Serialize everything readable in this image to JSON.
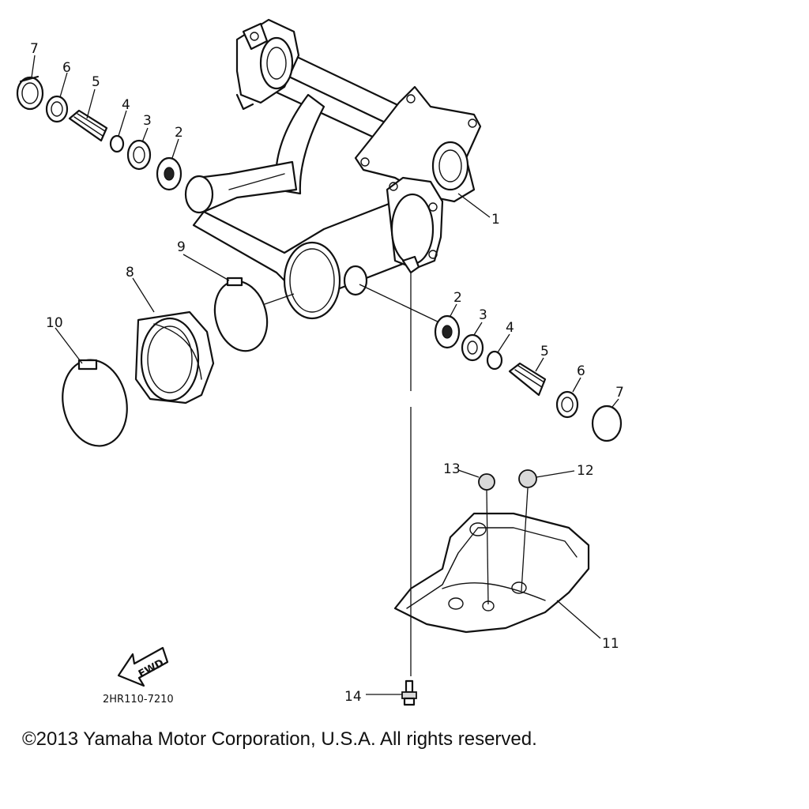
{
  "callouts": {
    "swingarm": "1",
    "bearing_left": "2",
    "oil_seal_left": "3",
    "washer_left": "4",
    "pivot_shaft_left": "5",
    "nut_left": "6",
    "cap_left": "7",
    "bearing_right": "2",
    "oil_seal_right": "3",
    "washer_right": "4",
    "pivot_shaft_right": "5",
    "nut_right": "6",
    "cap_right": "7",
    "boot": "8",
    "band_small": "9",
    "band_large": "10",
    "guard": "11",
    "plug_12": "12",
    "plug_13": "13",
    "bolt": "14"
  },
  "fwd_label": "FWD",
  "diagram_code": "2HR110-7210",
  "copyright": "©2013 Yamaha Motor Corporation, U.S.A. All rights reserved."
}
